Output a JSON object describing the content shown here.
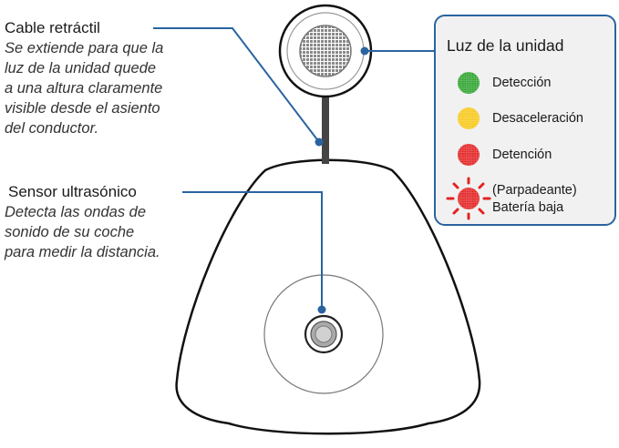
{
  "callouts": {
    "cable": {
      "title": "Cable retráctil",
      "description_lines": [
        "Se extiende para que la",
        "luz de la unidad quede",
        "a una altura claramente",
        "visible desde el asiento",
        "del conductor."
      ]
    },
    "sensor": {
      "title": "Sensor ultrasónico",
      "description_lines": [
        "Detecta las ondas de",
        "sonido de su coche",
        "para medir la distancia."
      ]
    }
  },
  "legend": {
    "title": "Luz de la unidad",
    "items": [
      {
        "label_lines": [
          "Detección"
        ],
        "color": "#2fa32f",
        "icon": "green-light-icon",
        "flashing": false
      },
      {
        "label_lines": [
          "Desaceleración"
        ],
        "color": "#f7c81a",
        "icon": "yellow-light-icon",
        "flashing": false
      },
      {
        "label_lines": [
          "Detención"
        ],
        "color": "#e32222",
        "icon": "red-light-icon",
        "flashing": false
      },
      {
        "label_lines": [
          "(Parpadeante)",
          "Batería baja"
        ],
        "color": "#e32222",
        "icon": "flashing-red-light-icon",
        "flashing": true
      }
    ]
  },
  "colors": {
    "leader_line": "#2a64a0",
    "legend_border": "#2a64a0",
    "legend_background": "#f1f1f1",
    "device_outline": "#111111",
    "cable": "#444444",
    "light_grid": "#8a8a8a"
  }
}
